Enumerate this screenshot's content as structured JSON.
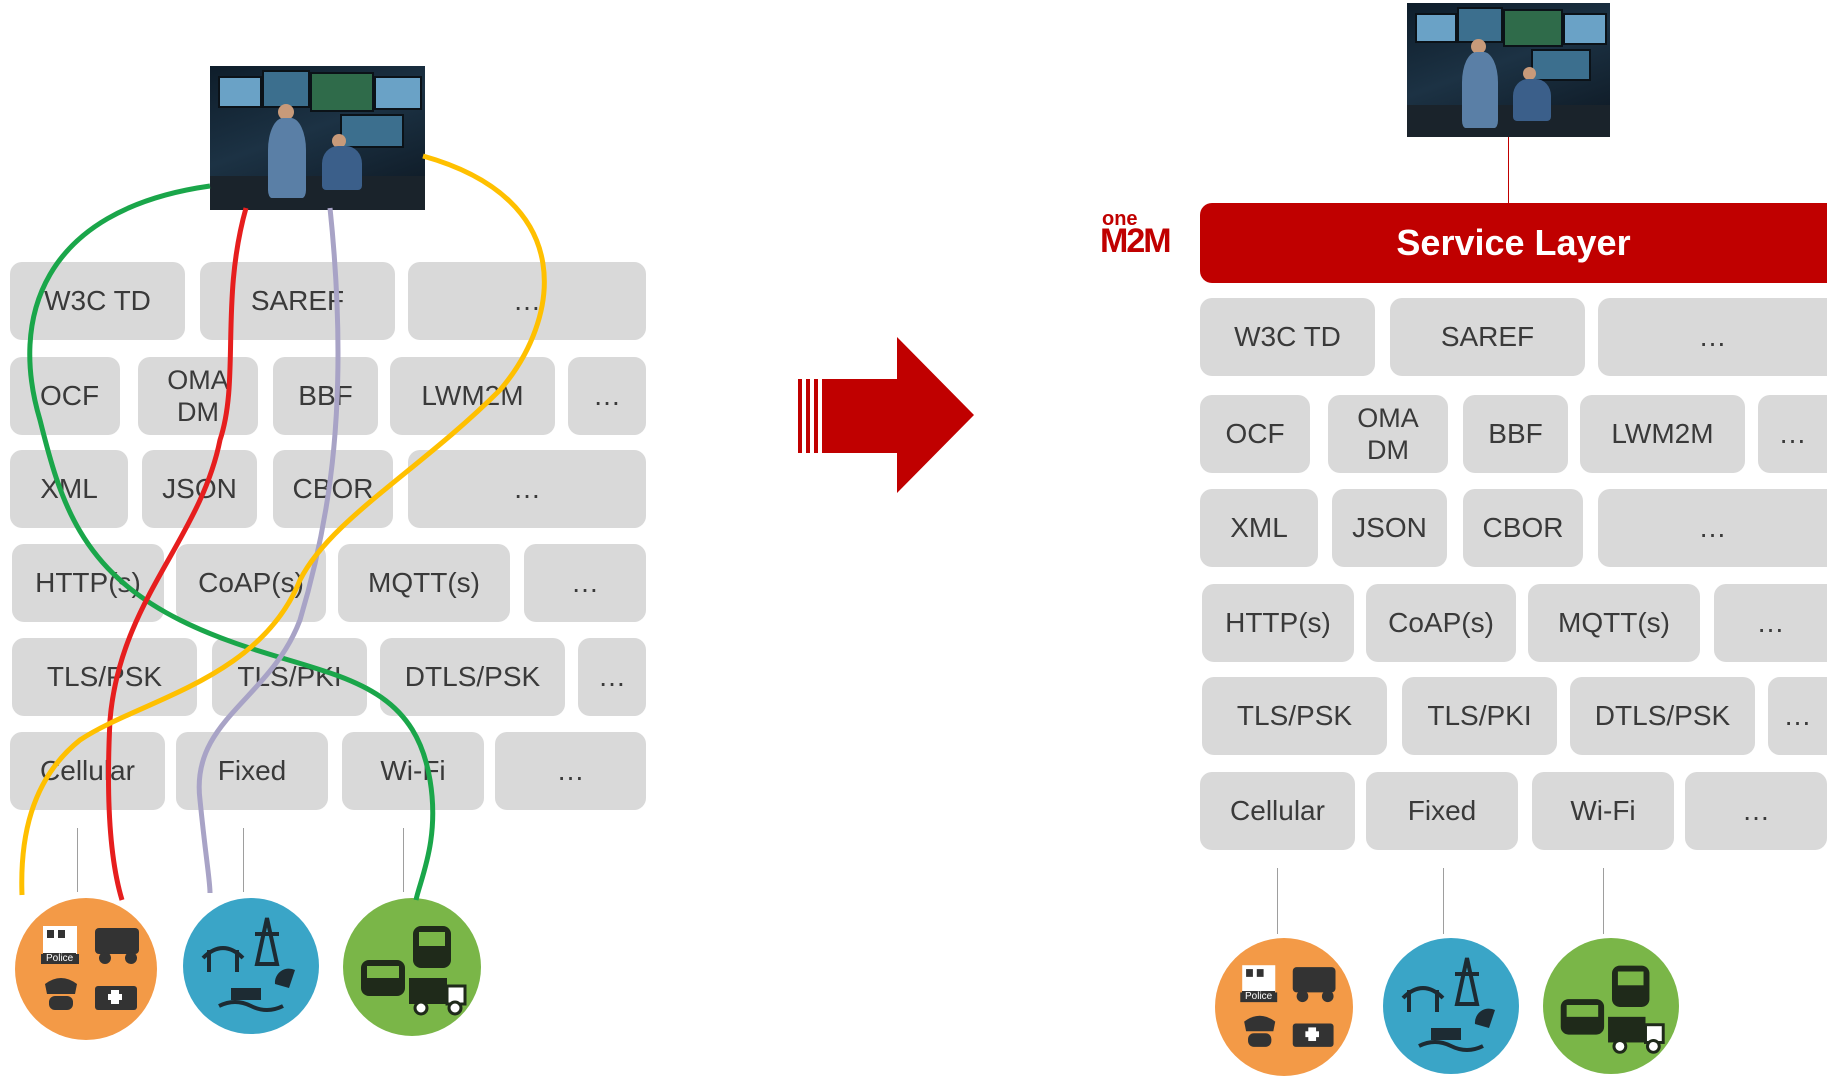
{
  "left_stack": {
    "rows": [
      [
        "W3C TD",
        "SAREF",
        "…"
      ],
      [
        "OCF",
        "OMA DM",
        "BBF",
        "LWM2M",
        "…"
      ],
      [
        "XML",
        "JSON",
        "CBOR",
        "…"
      ],
      [
        "HTTP(s)",
        "CoAP(s)",
        "MQTT(s)",
        "…"
      ],
      [
        "TLS/PSK",
        "TLS/PKI",
        "DTLS/PSK",
        "…"
      ],
      [
        "Cellular",
        "Fixed",
        "Wi-Fi",
        "…"
      ]
    ]
  },
  "right_stack": {
    "rows": [
      [
        "W3C TD",
        "SAREF",
        "…"
      ],
      [
        "OCF",
        "OMA DM",
        "BBF",
        "LWM2M",
        "…"
      ],
      [
        "XML",
        "JSON",
        "CBOR",
        "…"
      ],
      [
        "HTTP(s)",
        "CoAP(s)",
        "MQTT(s)",
        "…"
      ],
      [
        "TLS/PSK",
        "TLS/PKI",
        "DTLS/PSK",
        "…"
      ],
      [
        "Cellular",
        "Fixed",
        "Wi-Fi",
        "…"
      ]
    ]
  },
  "service_layer": {
    "label": "Service Layer"
  },
  "logo": {
    "top": "one",
    "main": "M2M"
  },
  "circles": [
    {
      "icon": "public-safety-icon",
      "badge": "Police"
    },
    {
      "icon": "infrastructure-icon",
      "badge": ""
    },
    {
      "icon": "transport-icon",
      "badge": ""
    }
  ],
  "colors": {
    "tile": "#d9d9d9",
    "service_layer": "#c00000",
    "arrow": "#c00000",
    "path_green": "#1aa64a",
    "path_red": "#e61e1e",
    "path_lavender": "#a8a3c6",
    "path_yellow": "#ffc000",
    "circle_orange": "#f39a47",
    "circle_blue": "#3aa5c7",
    "circle_green": "#7ab648"
  }
}
